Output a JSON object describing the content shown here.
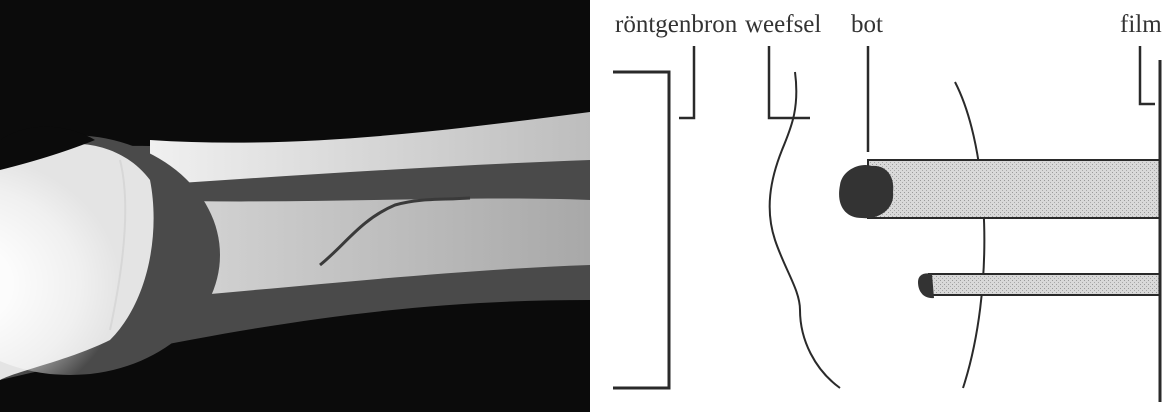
{
  "labels": {
    "source": "röntgenbron",
    "tissue": "weefsel",
    "bone": "bot",
    "film": "film"
  },
  "colors": {
    "ink": "#2a2a2a",
    "shadow_fill": "#d6d6d6",
    "dark_blob": "#333333",
    "xray_background": "#0b0b0b"
  },
  "icons": {
    "xray": "forearm-radiograph-illustration"
  }
}
